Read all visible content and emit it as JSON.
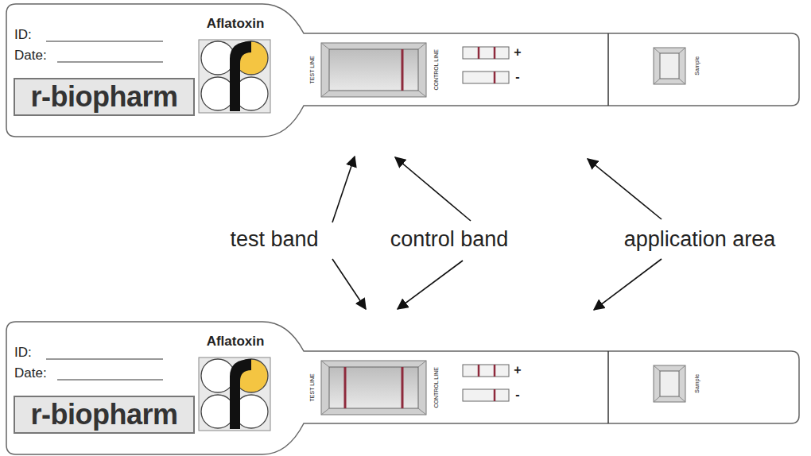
{
  "diagram": {
    "nodes": [
      {
        "text": [
          "r-biopharm"
        ]
      },
      {
        "text": [
          "r-biopharm"
        ]
      }
    ],
    "labels": [
      "ID:",
      "Date:",
      "Aflatoxin",
      "TEST LINE",
      "CONTROL LINE",
      "+",
      "-",
      "Sample",
      "test band",
      "control band",
      "application area",
      "ID:",
      "Date:",
      "Aflatoxin",
      "TEST LINE",
      "CONTROL LINE",
      "+",
      "-",
      "Sample"
    ]
  }
}
